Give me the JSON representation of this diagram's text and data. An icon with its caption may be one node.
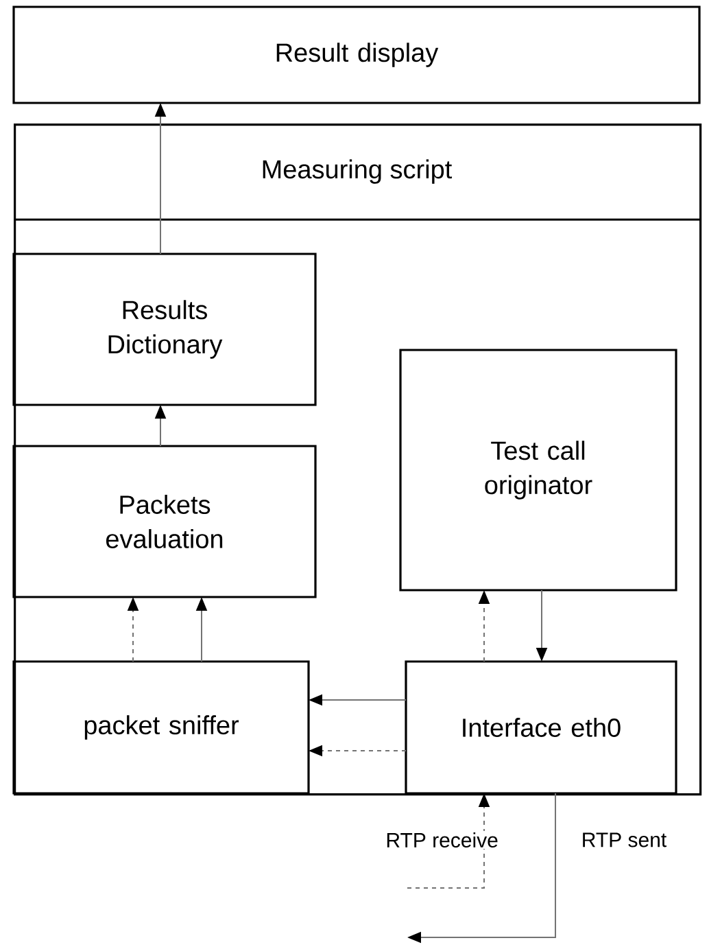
{
  "diagram": {
    "nodes": [
      {
        "text": [
          "Result display"
        ]
      },
      {
        "text": [
          "Measuring script"
        ]
      },
      {
        "text": [
          "Results Dictionary"
        ],
        "in": 1
      },
      {
        "text": [
          "Packets evaluation"
        ],
        "in": 1
      },
      {
        "text": [
          "Test call originator"
        ],
        "in": 1
      },
      {
        "text": [
          "packet sniffer"
        ],
        "in": 1
      },
      {
        "text": [
          "Interface eth0"
        ],
        "in": 1
      }
    ],
    "edges": [
      {
        "from": 2,
        "to": 0,
        "arrow": "to"
      },
      {
        "from": 3,
        "to": 2,
        "arrow": "to"
      },
      {
        "from": 5,
        "to": 3,
        "arrow": "to",
        "style": "dashed"
      },
      {
        "from": 5,
        "to": 3,
        "arrow": "to"
      },
      {
        "from": 6,
        "to": 4,
        "arrow": "to",
        "style": "dashed"
      },
      {
        "from": 4,
        "to": 6,
        "arrow": "to"
      },
      {
        "from": 6,
        "to": 5,
        "arrow": "to"
      },
      {
        "from": 6,
        "to": 5,
        "arrow": "to",
        "style": "dashed"
      },
      {
        "from": null,
        "to": 6,
        "arrow": "to",
        "style": "dashed",
        "label": "RTP receive"
      },
      {
        "from": 6,
        "to": null,
        "arrow": "to",
        "label": "RTP sent"
      }
    ]
  }
}
